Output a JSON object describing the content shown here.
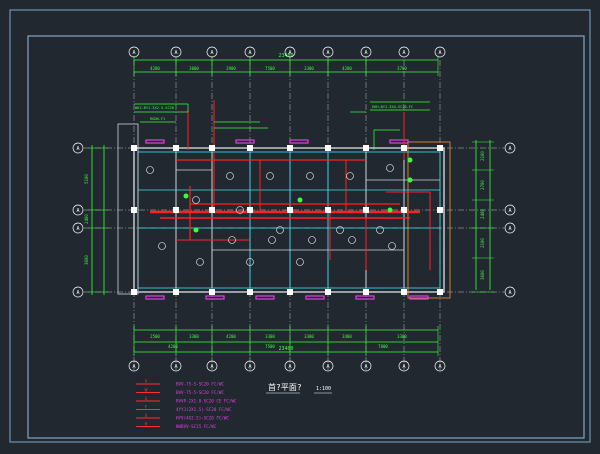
{
  "drawing": {
    "title": "首?平面?",
    "scale": "1:100"
  },
  "dimensions": {
    "top_total": "23400",
    "top_segments": [
      "4200",
      "3000",
      "3900",
      "7500",
      "3300",
      "4200",
      "3700"
    ],
    "bottom_total": "23400",
    "bottom_segments": [
      "2500",
      "3300",
      "4200",
      "3300",
      "3300",
      "3400",
      "3300"
    ],
    "bottom_mid_segments": [
      "4200",
      "7500",
      "7800"
    ],
    "left_segments": [
      "5100",
      "2400",
      "3600"
    ],
    "right_segments": [
      "2100",
      "2700",
      "2400",
      "2100",
      "3600"
    ]
  },
  "annotations": {
    "left_note_1": "WDZ-BYJ-3X2.5-SC20",
    "left_note_2": "RGDN-F1",
    "right_note_1": "EHH-BYJ-3X4-SC20-FC"
  },
  "legend": [
    {
      "code": "Y",
      "text": "BVV-75-5-SC20 FC/WC",
      "color": "#ff3030"
    },
    {
      "code": "W",
      "text": "BVV-75-5-SC20 FC/WC",
      "color": "#ff3030"
    },
    {
      "code": "G",
      "text": "RVVP-2X1.0-SC20 CE FC/WC",
      "color": "#ff3030"
    },
    {
      "code": "F",
      "text": "4YYJ(2X1.5)-SC20 FC/WC",
      "color": "#ff3030"
    },
    {
      "code": "X",
      "text": "HYV(4X2.5)-SC20 FC/WC",
      "color": "#ff3030"
    },
    {
      "code": "H",
      "text": "NHBVV-SC15 FC/WC",
      "color": "#ff3030"
    }
  ],
  "colors": {
    "background": "#212830",
    "frame": "#7fa7c8",
    "wall": "#cfd4d8",
    "axis": "#ffffff",
    "dimension": "#3cff3c",
    "column": "#ffffff",
    "cable": "#ff2020",
    "cyan": "#40e0f0",
    "magenta": "#e040e0",
    "orange": "#e08a30",
    "legend_text": "#e040e0"
  }
}
